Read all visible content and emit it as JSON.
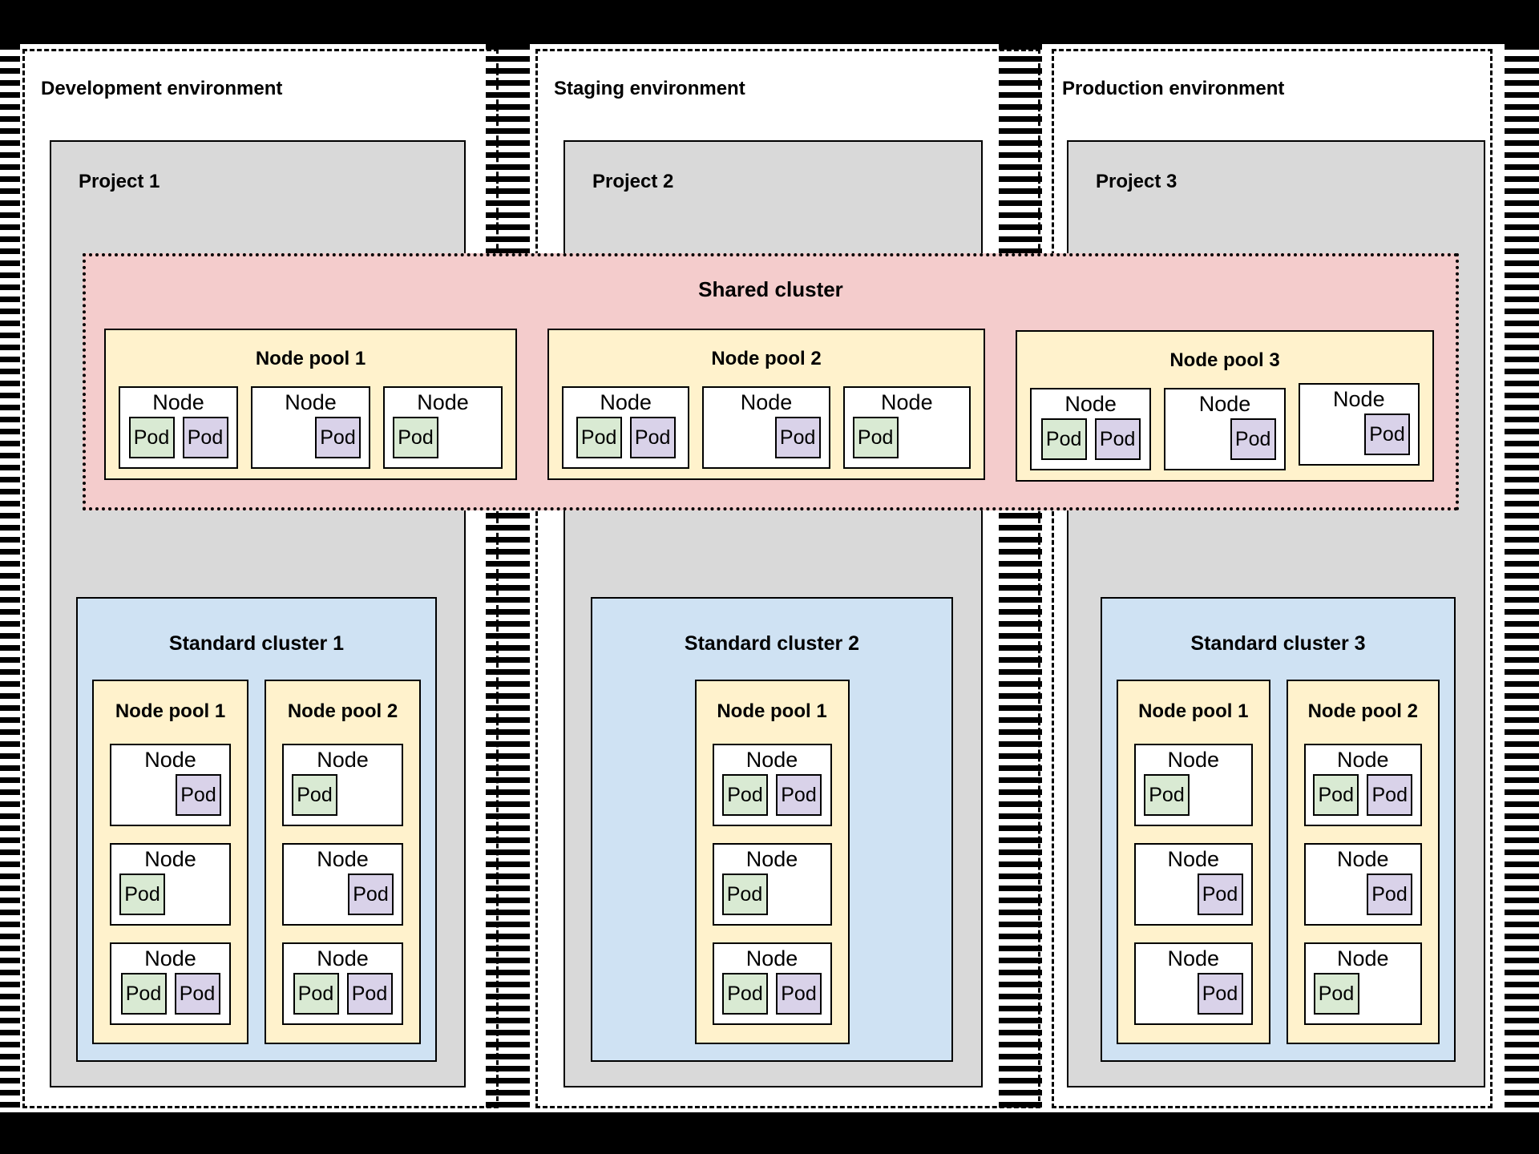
{
  "colors": {
    "project_bg": "#d9d9d9",
    "shared_cluster_bg": "#f4cccc",
    "node_pool_bg": "#fff2cc",
    "standard_cluster_bg": "#cfe2f3",
    "pod_green": "#d9ead3",
    "pod_purple": "#d9d2e9",
    "border": "#000000"
  },
  "shared_cluster": {
    "title": "Shared cluster",
    "node_pools": [
      {
        "title": "Node pool 1",
        "nodes": [
          {
            "label": "Node",
            "align": "pair",
            "pods": [
              {
                "label": "Pod",
                "color": "green"
              },
              {
                "label": "Pod",
                "color": "purple"
              }
            ]
          },
          {
            "label": "Node",
            "align": "right",
            "pods": [
              {
                "label": "Pod",
                "color": "purple"
              }
            ]
          },
          {
            "label": "Node",
            "align": "left",
            "pods": [
              {
                "label": "Pod",
                "color": "green"
              }
            ]
          }
        ]
      },
      {
        "title": "Node pool 2",
        "nodes": [
          {
            "label": "Node",
            "align": "pair",
            "pods": [
              {
                "label": "Pod",
                "color": "green"
              },
              {
                "label": "Pod",
                "color": "purple"
              }
            ]
          },
          {
            "label": "Node",
            "align": "right",
            "pods": [
              {
                "label": "Pod",
                "color": "purple"
              }
            ]
          },
          {
            "label": "Node",
            "align": "left",
            "pods": [
              {
                "label": "Pod",
                "color": "green"
              }
            ]
          }
        ]
      },
      {
        "title": "Node pool 3",
        "nodes": [
          {
            "label": "Node",
            "align": "pair",
            "pods": [
              {
                "label": "Pod",
                "color": "green"
              },
              {
                "label": "Pod",
                "color": "purple"
              }
            ]
          },
          {
            "label": "Node",
            "align": "right",
            "pods": [
              {
                "label": "Pod",
                "color": "purple"
              }
            ]
          },
          {
            "label": "Node",
            "align": "right",
            "raised": true,
            "pods": [
              {
                "label": "Pod",
                "color": "purple"
              }
            ]
          }
        ]
      }
    ]
  },
  "environments": [
    {
      "title": "Development environment",
      "project": {
        "title": "Project 1",
        "cluster": {
          "title": "Standard cluster 1",
          "node_pools": [
            {
              "title": "Node pool 1",
              "nodes": [
                {
                  "label": "Node",
                  "align": "right",
                  "pods": [
                    {
                      "label": "Pod",
                      "color": "purple"
                    }
                  ]
                },
                {
                  "label": "Node",
                  "align": "left",
                  "pods": [
                    {
                      "label": "Pod",
                      "color": "green"
                    }
                  ]
                },
                {
                  "label": "Node",
                  "align": "pair",
                  "pods": [
                    {
                      "label": "Pod",
                      "color": "green"
                    },
                    {
                      "label": "Pod",
                      "color": "purple"
                    }
                  ]
                }
              ]
            },
            {
              "title": "Node pool 2",
              "nodes": [
                {
                  "label": "Node",
                  "align": "left",
                  "pods": [
                    {
                      "label": "Pod",
                      "color": "green"
                    }
                  ]
                },
                {
                  "label": "Node",
                  "align": "right",
                  "pods": [
                    {
                      "label": "Pod",
                      "color": "purple"
                    }
                  ]
                },
                {
                  "label": "Node",
                  "align": "pair",
                  "pods": [
                    {
                      "label": "Pod",
                      "color": "green"
                    },
                    {
                      "label": "Pod",
                      "color": "purple"
                    }
                  ]
                }
              ]
            }
          ]
        }
      }
    },
    {
      "title": "Staging environment",
      "project": {
        "title": "Project 2",
        "cluster": {
          "title": "Standard cluster 2",
          "node_pools": [
            {
              "title": "Node pool 1",
              "nodes": [
                {
                  "label": "Node",
                  "align": "pair",
                  "pods": [
                    {
                      "label": "Pod",
                      "color": "green"
                    },
                    {
                      "label": "Pod",
                      "color": "purple"
                    }
                  ]
                },
                {
                  "label": "Node",
                  "align": "left",
                  "pods": [
                    {
                      "label": "Pod",
                      "color": "green"
                    }
                  ]
                },
                {
                  "label": "Node",
                  "align": "pair",
                  "pods": [
                    {
                      "label": "Pod",
                      "color": "green"
                    },
                    {
                      "label": "Pod",
                      "color": "purple"
                    }
                  ]
                }
              ]
            }
          ]
        }
      }
    },
    {
      "title": "Production environment",
      "project": {
        "title": "Project 3",
        "cluster": {
          "title": "Standard cluster 3",
          "node_pools": [
            {
              "title": "Node pool 1",
              "nodes": [
                {
                  "label": "Node",
                  "align": "left",
                  "pods": [
                    {
                      "label": "Pod",
                      "color": "green"
                    }
                  ]
                },
                {
                  "label": "Node",
                  "align": "right",
                  "pods": [
                    {
                      "label": "Pod",
                      "color": "purple"
                    }
                  ]
                },
                {
                  "label": "Node",
                  "align": "right",
                  "pods": [
                    {
                      "label": "Pod",
                      "color": "purple"
                    }
                  ]
                }
              ]
            },
            {
              "title": "Node pool 2",
              "nodes": [
                {
                  "label": "Node",
                  "align": "pair",
                  "pods": [
                    {
                      "label": "Pod",
                      "color": "green"
                    },
                    {
                      "label": "Pod",
                      "color": "purple"
                    }
                  ]
                },
                {
                  "label": "Node",
                  "align": "right",
                  "pods": [
                    {
                      "label": "Pod",
                      "color": "purple"
                    }
                  ]
                },
                {
                  "label": "Node",
                  "align": "left",
                  "pods": [
                    {
                      "label": "Pod",
                      "color": "green"
                    }
                  ]
                }
              ]
            }
          ]
        }
      }
    }
  ]
}
